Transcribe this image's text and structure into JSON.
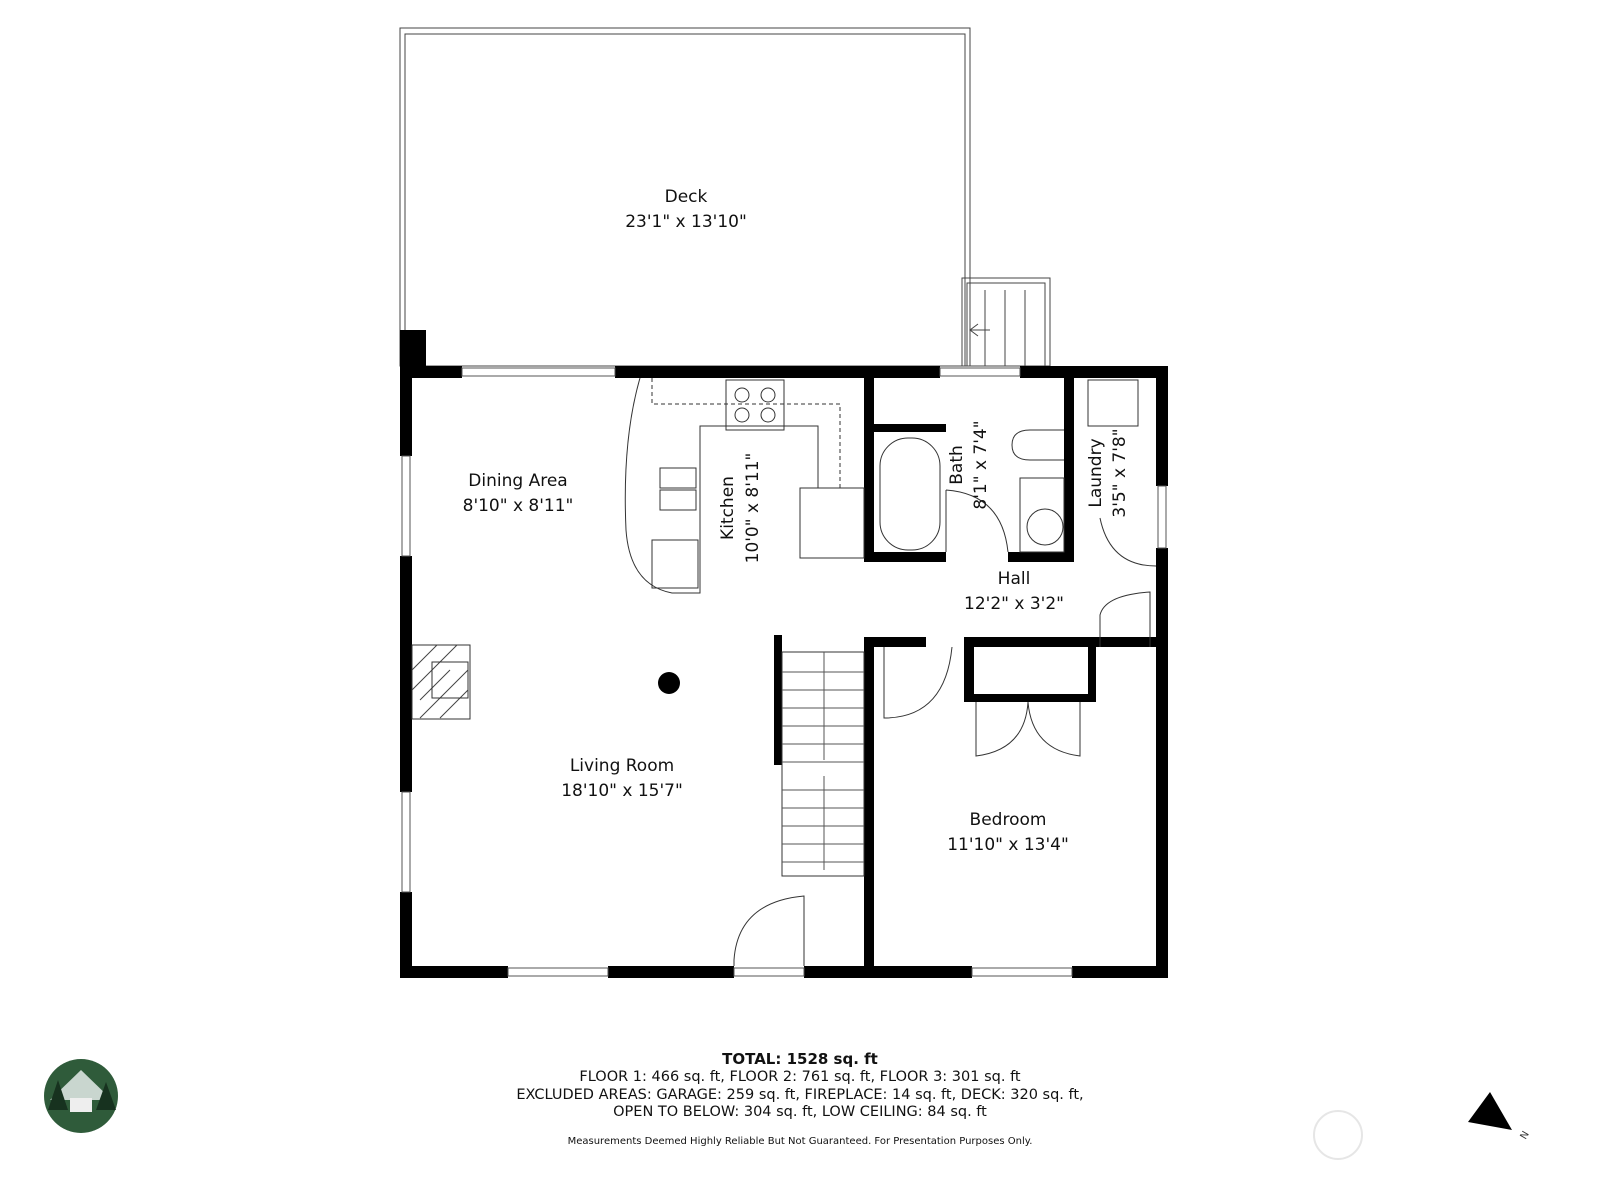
{
  "rooms": {
    "deck": {
      "name": "Deck",
      "dims": "23'1\" x 13'10\""
    },
    "dining": {
      "name": "Dining Area",
      "dims": "8'10\" x 8'11\""
    },
    "kitchen": {
      "name": "Kitchen",
      "dims": "10'0\" x 8'11\""
    },
    "bath": {
      "name": "Bath",
      "dims": "8'1\" x 7'4\""
    },
    "laundry": {
      "name": "Laundry",
      "dims": "3'5\" x 7'8\""
    },
    "hall": {
      "name": "Hall",
      "dims": "12'2\" x 3'2\""
    },
    "living": {
      "name": "Living Room",
      "dims": "18'10\" x 15'7\""
    },
    "bedroom": {
      "name": "Bedroom",
      "dims": "11'10\" x 13'4\""
    }
  },
  "summary": {
    "total": "TOTAL: 1528 sq. ft",
    "floors": "FLOOR 1: 466 sq. ft, FLOOR 2: 761 sq. ft, FLOOR 3: 301 sq. ft",
    "excluded": "EXCLUDED AREAS: GARAGE: 259 sq. ft, FIREPLACE: 14 sq. ft, DECK: 320 sq. ft,",
    "excluded2": "OPEN TO BELOW: 304 sq. ft, LOW CEILING: 84 sq. ft",
    "disclaimer": "Measurements Deemed Highly Reliable But Not Guaranteed. For Presentation Purposes Only."
  },
  "compass": {
    "label": "N"
  }
}
